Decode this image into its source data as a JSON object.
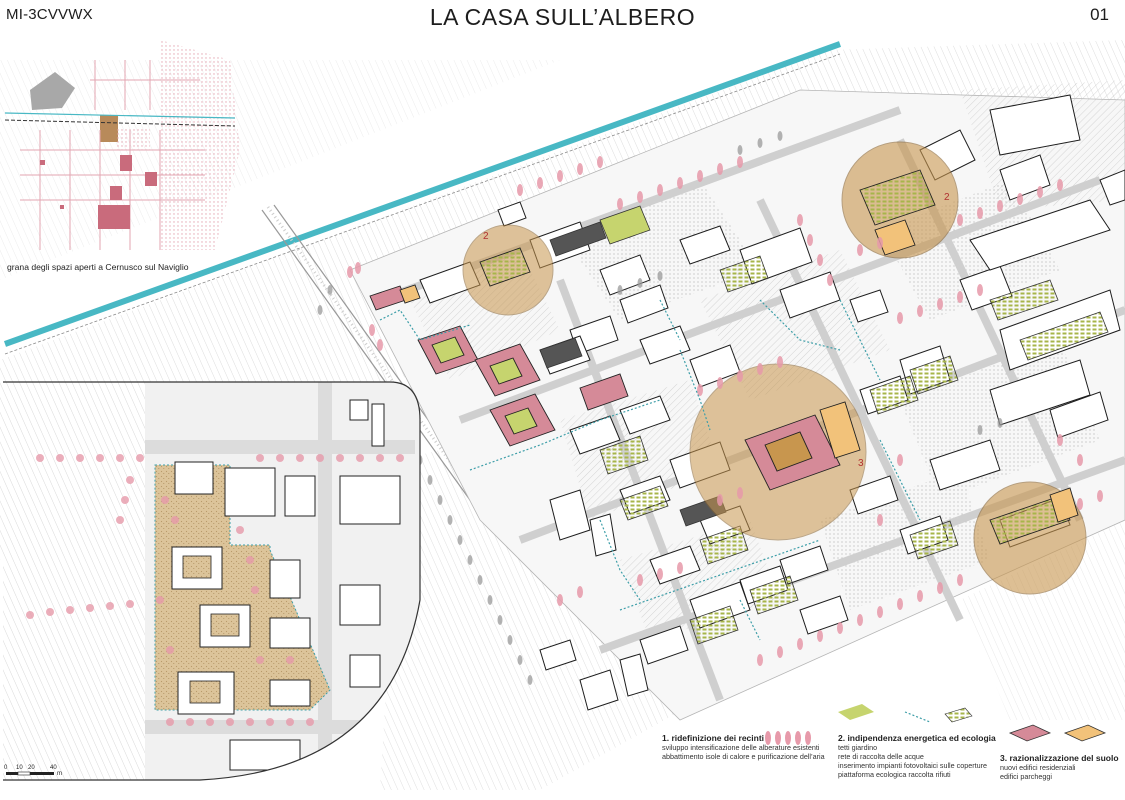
{
  "header": {
    "project_code": "MI-3CVVWX",
    "title": "LA CASA SULL’ALBERO",
    "page_number": "01"
  },
  "inset": {
    "caption": "grana degli spazi aperti a Cernusco sul Naviglio"
  },
  "scale_bar": {
    "labels": [
      "0",
      "10",
      "20",
      "40",
      "m"
    ]
  },
  "zone_labels": [
    "2",
    "2",
    "3"
  ],
  "legend": {
    "item1": {
      "title": "1. ridefinizione dei recinti",
      "lines": [
        "sviluppo intensificazione delle alberature esistenti",
        "abbattimento isole di calore e purificazione dell’aria"
      ]
    },
    "item2": {
      "title": "2. indipendenza energetica ed ecologia",
      "lines": [
        "tetti giardino",
        "rete di raccolta delle acque",
        "inserimento impianti fotovoltaici sulle coperture",
        "piattaforma ecologica raccolta rifiuti"
      ]
    },
    "item3": {
      "title": "3. razionalizzazione del suolo",
      "lines": [
        "nuovi edifici residenziali",
        "edifici parcheggi"
      ]
    }
  },
  "colors": {
    "canal": "#48b8c4",
    "tree_pink": "#e79aaa",
    "tree_gray": "#9a9a9a",
    "circle_fill": "#c8964e",
    "new_building": "#d58a98",
    "parking_building": "#f2c27a",
    "green_roof": "#c6d46e",
    "water_network": "#3d9ea8",
    "hatch": "#c8c8c8"
  }
}
